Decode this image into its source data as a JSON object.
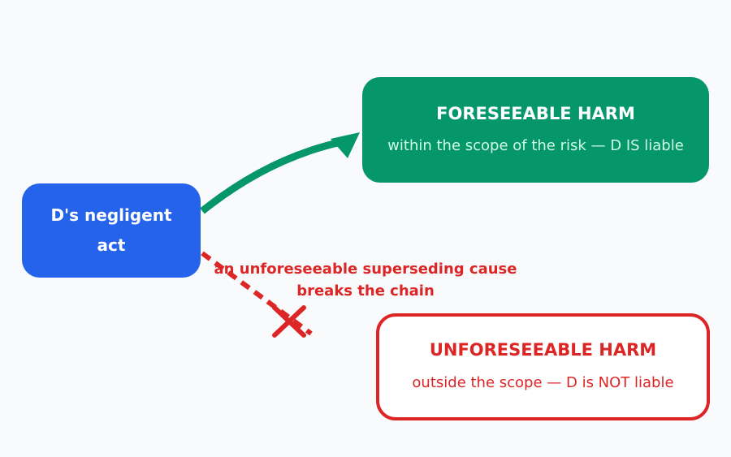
{
  "nodes": {
    "act": {
      "title": "D's negligent act"
    },
    "foreseeable": {
      "title": "FORESEEABLE HARM",
      "subtitle": "within the scope of the risk — D IS liable"
    },
    "unforeseeable": {
      "title": "UNFORESEEABLE HARM",
      "subtitle": "outside the scope — D is NOT liable"
    }
  },
  "edges": {
    "foreseeable": {
      "color": "#059669",
      "style": "solid-arrow"
    },
    "broken_chain": {
      "label": "an unforeseeable superseding cause breaks the chain",
      "color": "#dc2626",
      "style": "dashed-crossed"
    }
  },
  "colors": {
    "background": "#f8fafc",
    "act": "#2563eb",
    "foreseeable": "#059669",
    "unforeseeable": "#dc2626"
  }
}
